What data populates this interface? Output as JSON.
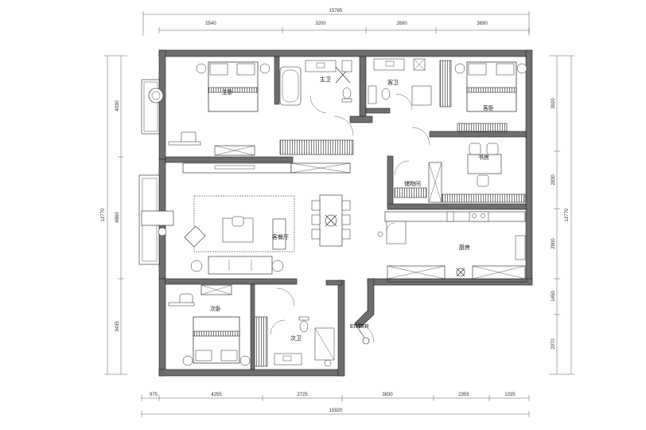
{
  "dimensions": {
    "top_total": "15785",
    "top_segments": [
      "5540",
      "3200",
      "2690",
      "3690"
    ],
    "bottom_total": "15920",
    "bottom_segments": [
      "975",
      "4255",
      "2725",
      "3830",
      "2355",
      "1335"
    ],
    "left_total": "12770",
    "left_segments": [
      "4030",
      "4860",
      "3435"
    ],
    "right_total": "12770",
    "right_segments": [
      "3920",
      "2830",
      "2900",
      "1450",
      "2070"
    ]
  },
  "rooms": {
    "master_bedroom": "主卧",
    "master_bath": "主卫",
    "guest_bath": "客卫",
    "guest_bedroom": "客卧",
    "study": "书房",
    "storage": "储物间",
    "living_dining": "客餐厅",
    "kitchen": "厨房",
    "second_bedroom": "次卧",
    "second_bath": "次卫",
    "entrance": "ENTER"
  }
}
